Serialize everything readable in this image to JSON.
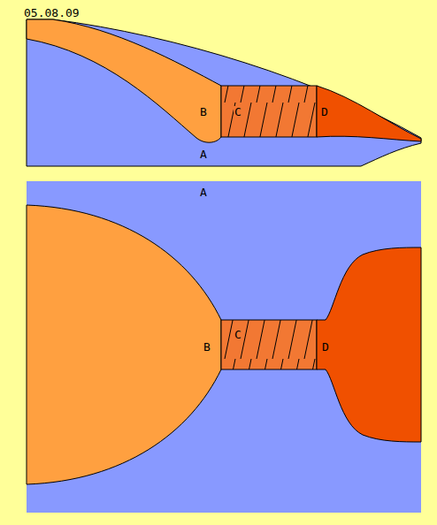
{
  "diagram": {
    "labels": [
      "05.08.09",
      "B",
      "C",
      "D",
      "A",
      "A",
      "B",
      "C",
      "D"
    ]
  }
}
